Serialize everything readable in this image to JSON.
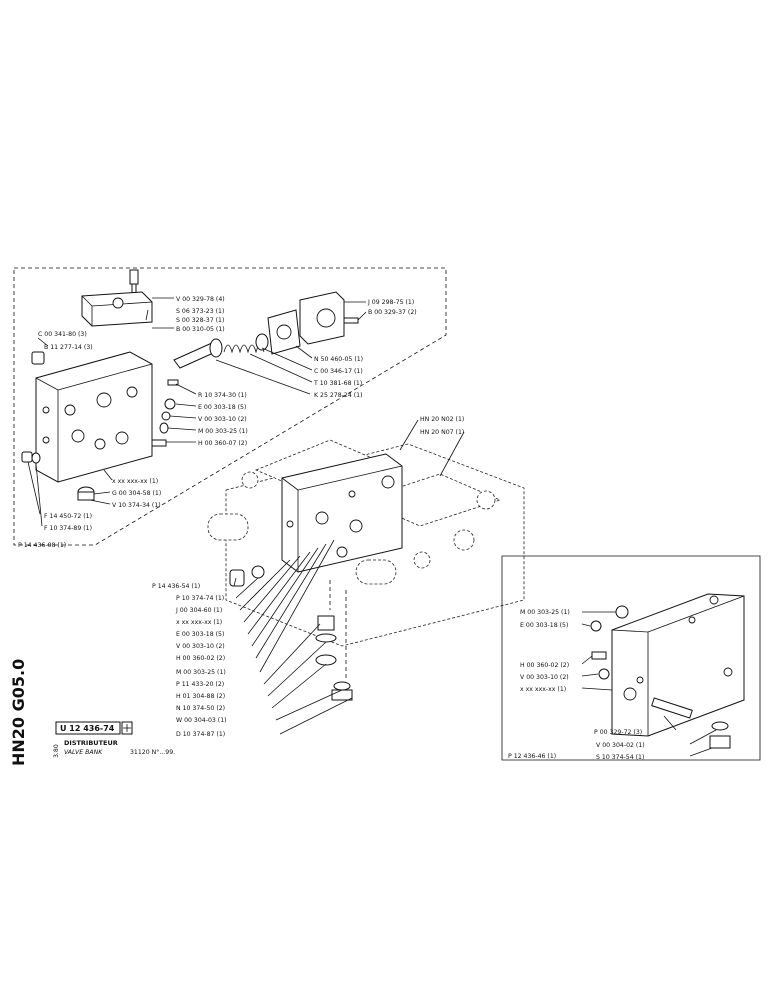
{
  "doc_code": "HN20 G05.0",
  "ref_number": "U 12 436-74",
  "code_small": "3.80",
  "title_fr": "DISTRIBUTEUR",
  "title_en": "VALVE BANK",
  "serial": "31120  N°...99.",
  "callouts_top_right": [
    "V 00 329-78 (4)",
    "S 06 373-23 (1)",
    "S 00 328-37 (1)",
    "B 00 310-05 (1)",
    "J 09 298-75 (1)",
    "B 00 329-37 (2)",
    "N 50 460-05 (1)",
    "C 00 346-17 (1)",
    "T 10 381-68 (1)",
    "K 25 278-24 (1)",
    "R 10 374-30 (1)",
    "E 00 303-18 (5)",
    "V 00 303-10 (2)",
    "M 00 303-25 (1)",
    "H 00 360-07 (2)",
    "x xx xxx-xx (1)",
    "G 00 304-58 (1)",
    "V 10 374-34 (1)"
  ],
  "callouts_left": [
    "C 00 341-80 (3)",
    "B 11 277-14 (3)",
    "F 14 450-72 (1)",
    "F 10 374-89 (1)"
  ],
  "box_ref_a": "P 14 436-08 (1)",
  "hn_refs": [
    "HN 20  N02 (1)",
    "HN 20  N07 (1)"
  ],
  "callouts_middle": [
    "P 14 436-54 (1)",
    "P 10 374-74 (1)",
    "J 00 304-60 (1)",
    "x xx xxx-xx (1)",
    "E 00 303-18 (5)",
    "V 00 303-10 (2)",
    "H 00 360-02 (2)",
    "M 00 303-25 (1)",
    "P 11 433-20 (2)",
    "H 01 304-88 (2)",
    "N 10 374-50 (2)",
    "W 00 304-03 (1)",
    "D 10 374-87 (1)"
  ],
  "callouts_box_b": [
    "M 00 303-25 (1)",
    "E 00 303-18 (5)",
    "H 00 360-02 (2)",
    "V 00 303-10 (2)",
    "x xx xxx-xx (1)",
    "P 00 329-72 (3)",
    "V 00 304-02 (1)",
    "S 10 374-54 (1)"
  ],
  "box_ref_b": "P 12 436-46 (1)"
}
